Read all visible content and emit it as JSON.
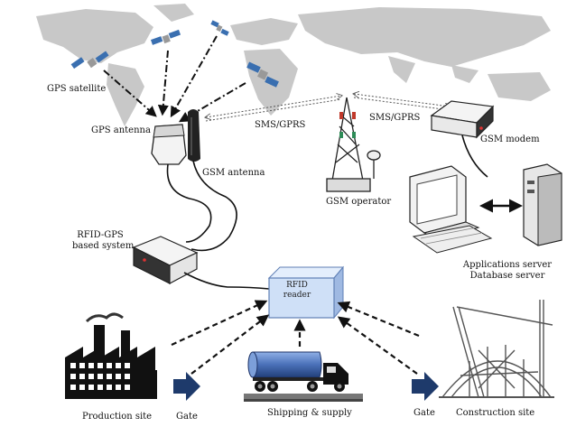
{
  "labels": {
    "gps_satellite": "GPS satellite",
    "gps_antenna": "GPS antenna",
    "gsm_antenna": "GSM antenna",
    "sms_gprs_left": "SMS/GPRS",
    "sms_gprs_right": "SMS/GPRS",
    "gsm_modem": "GSM modem",
    "gsm_operator": "GSM operator",
    "rfid_gps_line1": "RFID-GPS",
    "rfid_gps_line2": "based system",
    "rfid_reader_line1": "RFID",
    "rfid_reader_line2": "reader",
    "app_server": "Applications server",
    "db_server": "Database server",
    "production_site": "Production site",
    "gate_left": "Gate",
    "shipping": "Shipping & supply",
    "gate_right": "Gate",
    "construction_site": "Construction site"
  },
  "colors": {
    "map_land": "#c8c8c8",
    "satellite_blue": "#3a6fb0",
    "rfid_box_fill": "#cfe0f7",
    "rfid_box_stroke": "#5f7fb5",
    "truck_tank": "#4a70b8",
    "gate_arrow": "#1e3a6b",
    "line_dark": "#111111"
  }
}
